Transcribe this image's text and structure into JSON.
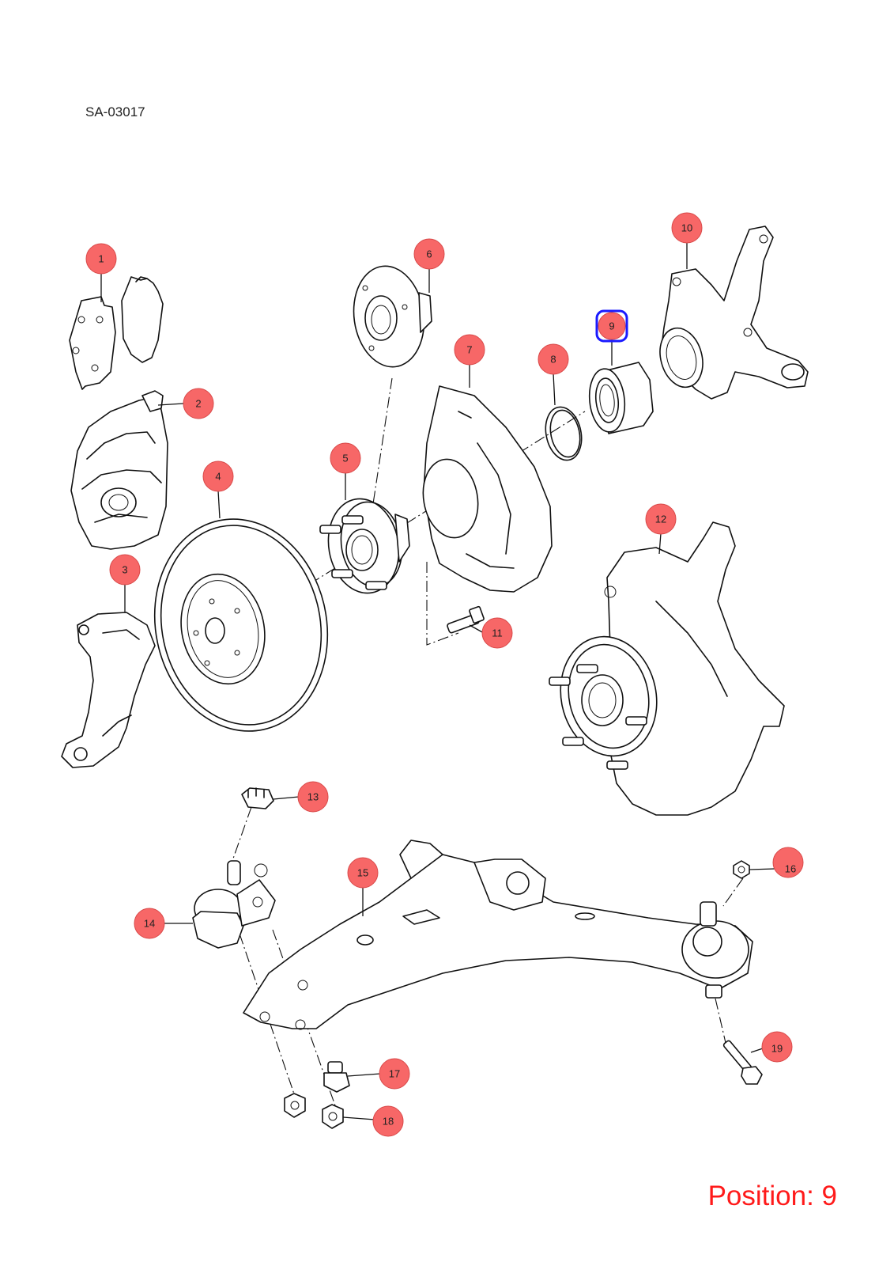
{
  "diagram_code": "SA-03017",
  "position_label": "Position: 9",
  "selected_part": "9",
  "colors": {
    "callout_fill": "#f76767",
    "selected_outline": "#1a1aff",
    "position_text": "#ff1a1a"
  },
  "callouts": [
    {
      "number": "1"
    },
    {
      "number": "2"
    },
    {
      "number": "3"
    },
    {
      "number": "4"
    },
    {
      "number": "5"
    },
    {
      "number": "6"
    },
    {
      "number": "7"
    },
    {
      "number": "8"
    },
    {
      "number": "9"
    },
    {
      "number": "10"
    },
    {
      "number": "11"
    },
    {
      "number": "12"
    },
    {
      "number": "13"
    },
    {
      "number": "14"
    },
    {
      "number": "15"
    },
    {
      "number": "16"
    },
    {
      "number": "17"
    },
    {
      "number": "18"
    },
    {
      "number": "19"
    }
  ]
}
